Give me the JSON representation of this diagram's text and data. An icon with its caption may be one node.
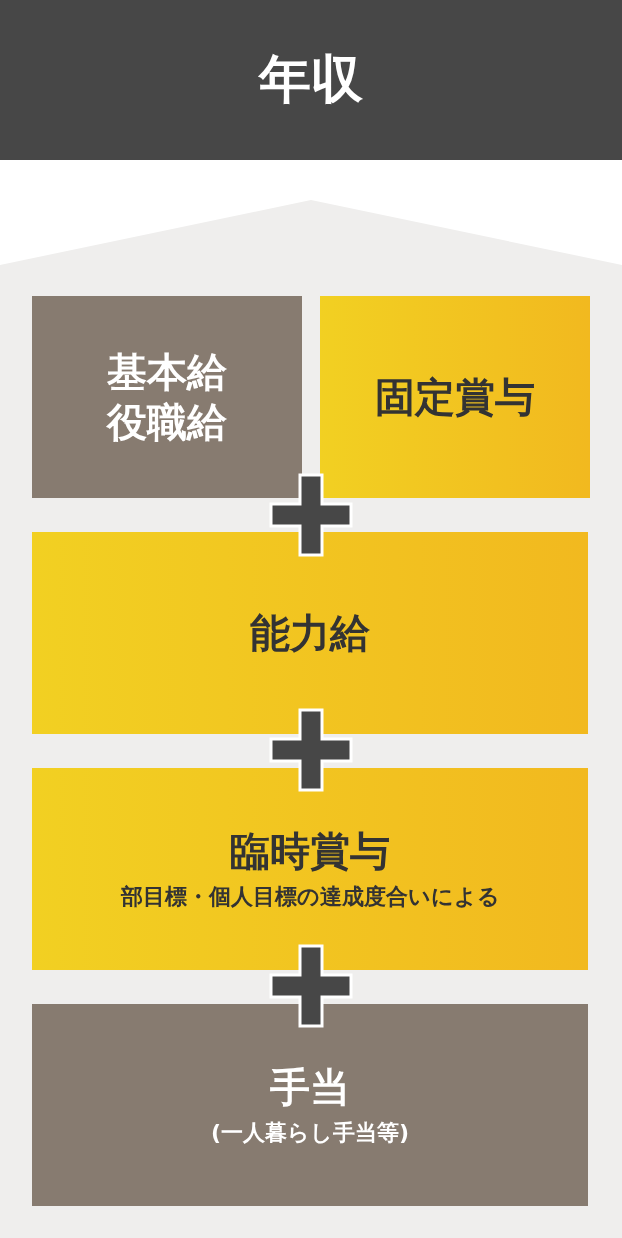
{
  "diagram": {
    "title": "年収",
    "nodes": [
      {
        "text": [
          "基本給",
          "役職給"
        ]
      },
      {
        "text": [
          "固定賞与"
        ]
      },
      {
        "text": [
          "能力給"
        ]
      },
      {
        "text": [
          "臨時賞与",
          "部目標・個人目標の達成度合いによる"
        ]
      },
      {
        "text": [
          "手当",
          "(一人暮らし手当等)"
        ]
      }
    ]
  }
}
